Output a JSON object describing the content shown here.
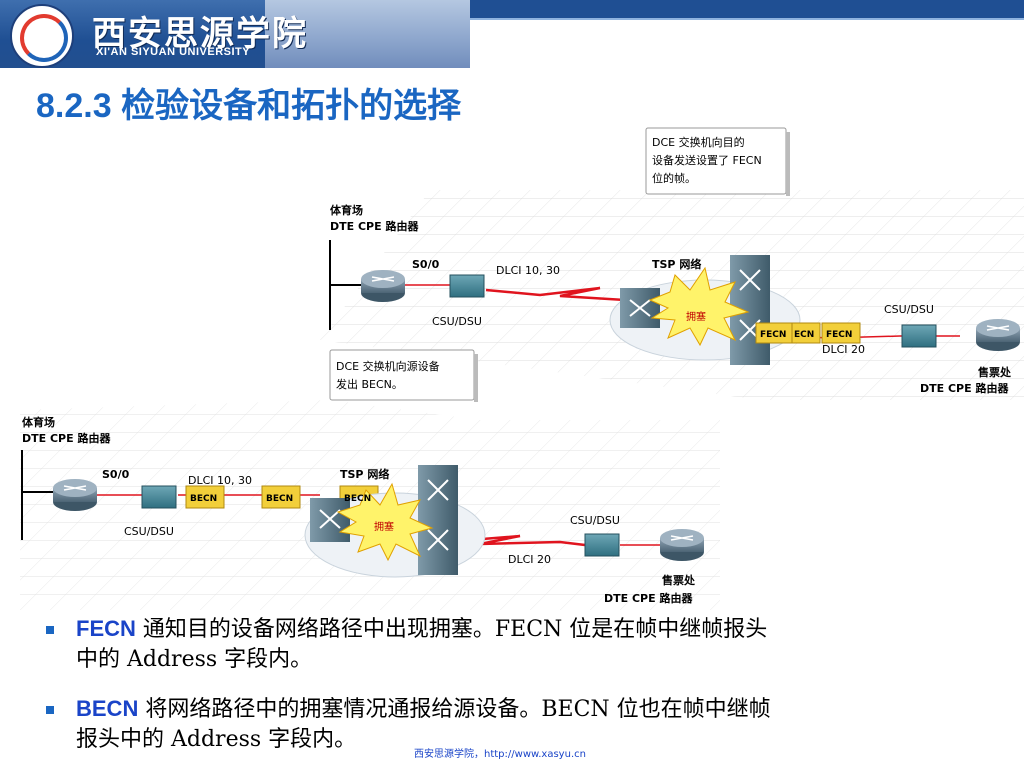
{
  "header": {
    "school_cn": "西安思源学院",
    "school_en": "XI'AN SIYUAN UNIVERSITY"
  },
  "title": "8.2.3 检验设备和拓扑的选择",
  "diagram_top": {
    "callout": [
      "DCE 交换机向目的",
      "设备发送设置了 FECN",
      "位的帧。"
    ],
    "src_name": "体育场",
    "src_router": "DTE CPE 路由器",
    "port": "S0/0",
    "dlci_left": "DLCI 10, 30",
    "csu_left": "CSU/DSU",
    "tsp": "TSP 网络",
    "congestion": "拥塞",
    "fecn_frames": [
      "FECN",
      "ECN",
      "FECN"
    ],
    "dlci_right": "DLCI 20",
    "csu_right": "CSU/DSU",
    "dst_name": "售票处",
    "dst_router": "DTE CPE 路由器"
  },
  "diagram_bottom": {
    "callout": [
      "DCE 交换机向源设备",
      "发出 BECN。"
    ],
    "src_name": "体育场",
    "src_router": "DTE CPE 路由器",
    "port": "S0/0",
    "dlci_left": "DLCI 10, 30",
    "csu_left": "CSU/DSU",
    "tsp": "TSP 网络",
    "congestion": "拥塞",
    "becn_frames": [
      "BECN",
      "BECN",
      "BECN"
    ],
    "dlci_right": "DLCI 20",
    "csu_right": "CSU/DSU",
    "dst_name": "售票处",
    "dst_router": "DTE CPE 路由器"
  },
  "bullets": [
    {
      "keyword": "FECN",
      "line1": " 通知目的设备网络路径中出现拥塞。FECN 位是在帧中继帧报头",
      "line2": "中的 Address 字段内。"
    },
    {
      "keyword": "BECN",
      "line1": " 将网络路径中的拥塞情况通报给源设备。BECN 位也在帧中继帧",
      "line2": "报头中的 Address 字段内。"
    }
  ],
  "footer": "西安思源学院，http://www.xasyu.cn",
  "colors": {
    "title": "#1a66c2",
    "keyword": "#1a44c8",
    "link_red": "#e0141e",
    "frame_yellow": "#f2cf3a",
    "burst": "#fff36a"
  }
}
